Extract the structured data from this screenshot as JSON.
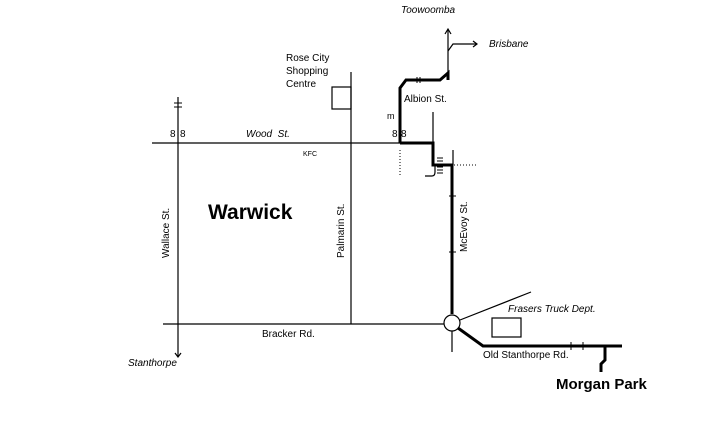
{
  "map": {
    "town": "Warwick",
    "destination": "Morgan Park",
    "directions": {
      "north": "Toowoomba",
      "east": "Brisbane",
      "south": "Stanthorpe"
    },
    "streets": {
      "wood": "Wood  St.",
      "albion": "Albion St.",
      "wallace": "Wallace St.",
      "palmarin": "Palmarin St.",
      "mcevoy": "McEvoy St.",
      "bracker": "Bracker Rd.",
      "old_stanthorpe": "Old Stanthorpe Rd."
    },
    "landmarks": {
      "rose_city": "Rose City\nShopping\nCentre",
      "kfc": "KFC",
      "frasers": "Frasers Truck Dept."
    },
    "colors": {
      "ink": "#000000",
      "background": "#ffffff"
    }
  }
}
